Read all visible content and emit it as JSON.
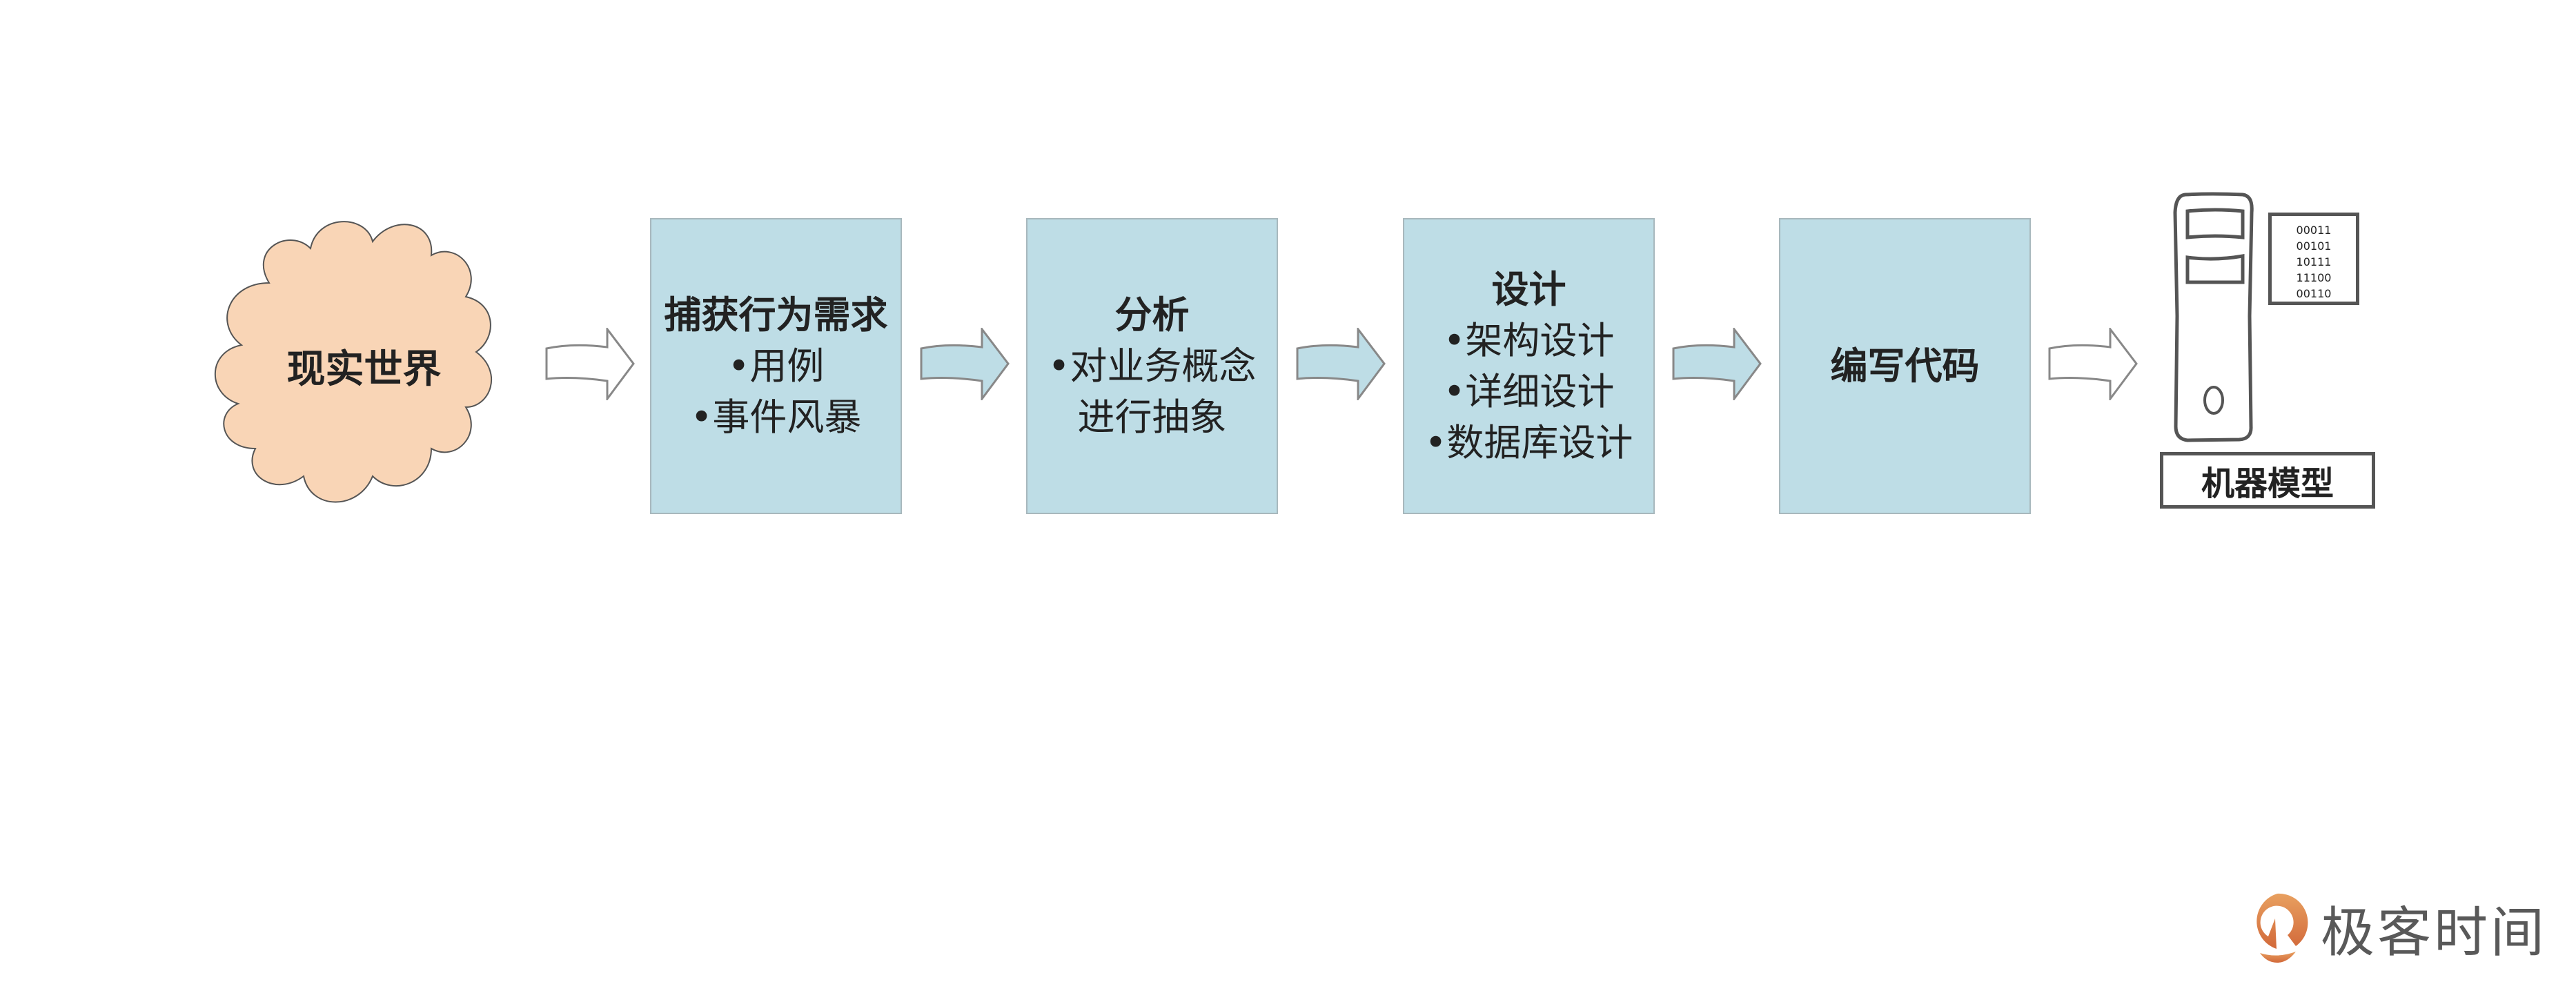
{
  "cloud": {
    "label": "现实世界",
    "fill": "#f9d5b6"
  },
  "steps": [
    {
      "title": "捕获行为需求",
      "lines": [
        "•用例",
        "•事件风暴"
      ]
    },
    {
      "title": "分析",
      "lines": [
        "•对业务概念",
        "进行抽象"
      ]
    },
    {
      "title": "设计",
      "lines": [
        "•架构设计",
        "•详细设计",
        "•数据库设计"
      ]
    },
    {
      "title": "编写代码",
      "lines": []
    }
  ],
  "machine": {
    "binary": [
      "00011",
      "00101",
      "10111",
      "11100",
      "00110"
    ],
    "label": "机器模型"
  },
  "logo": {
    "text": "极客时间",
    "color": "#d9793e"
  },
  "colors": {
    "box": "#bedde6",
    "arrow_blue": "#bedde6",
    "arrow_white": "#ffffff"
  }
}
